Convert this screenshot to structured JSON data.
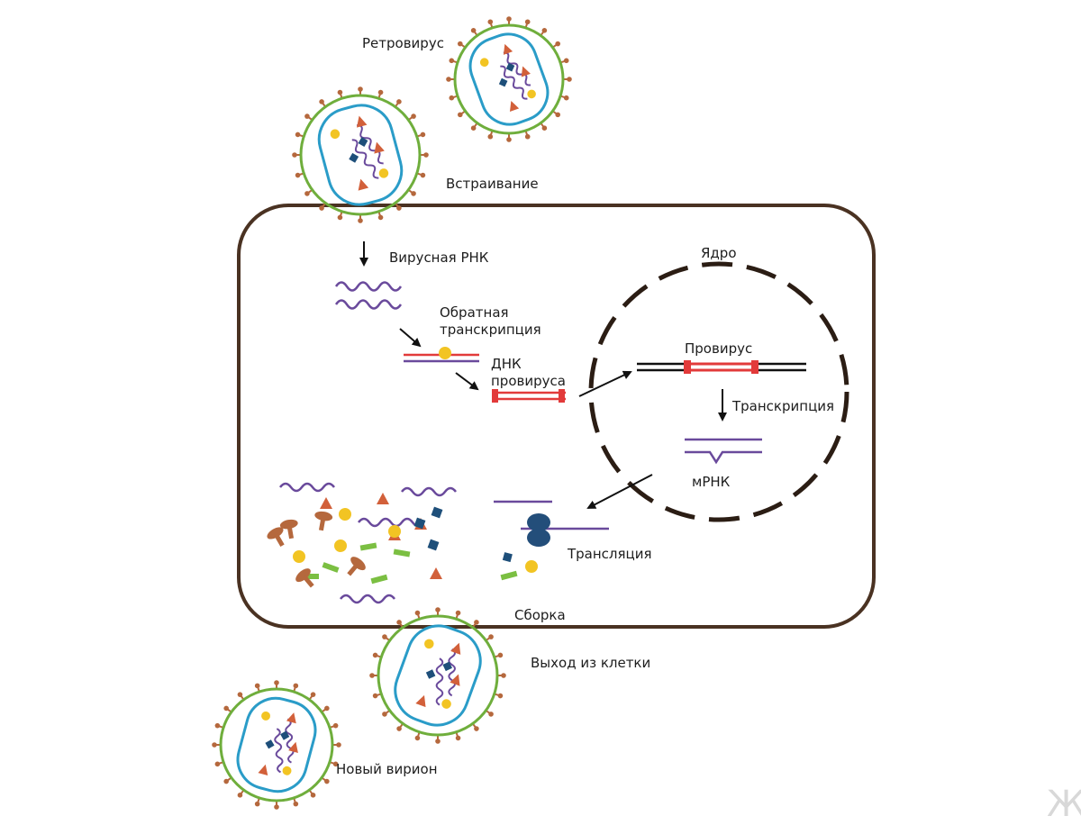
{
  "labels": {
    "retrovirus": "Ретровирус",
    "integration": "Встраивание",
    "viral_rna": "Вирусная РНК",
    "nucleus": "Ядро",
    "reverse_transcription_line1": "Обратная",
    "reverse_transcription_line2": "транскрипция",
    "provirus": "Провирус",
    "provirus_dna_line1": "ДНК",
    "provirus_dna_line2": "провируса",
    "transcription": "Транскрипция",
    "mrna": "мРНК",
    "translation": "Трансляция",
    "assembly": "Сборка",
    "exit_cell": "Выход из клетки",
    "new_virion": "Новый вирион"
  },
  "watermark": "Ж",
  "colors": {
    "cell_membrane": "#4a3222",
    "nucleus_membrane": "#2b1d14",
    "envelope": "#6fae3c",
    "spike": "#b5683d",
    "capsid": "#2a9cc8",
    "rna": "#6a4a9c",
    "enzyme_yellow": "#f2c423",
    "triangle": "#d2603a",
    "square": "#1e4f7a",
    "green_bar": "#7bbf42",
    "provirus_red": "#e23a3a",
    "ribosome": "#234e7a"
  },
  "icons": [
    "retrovirus-particle-icon",
    "ribosome-icon",
    "arrow-icon"
  ]
}
